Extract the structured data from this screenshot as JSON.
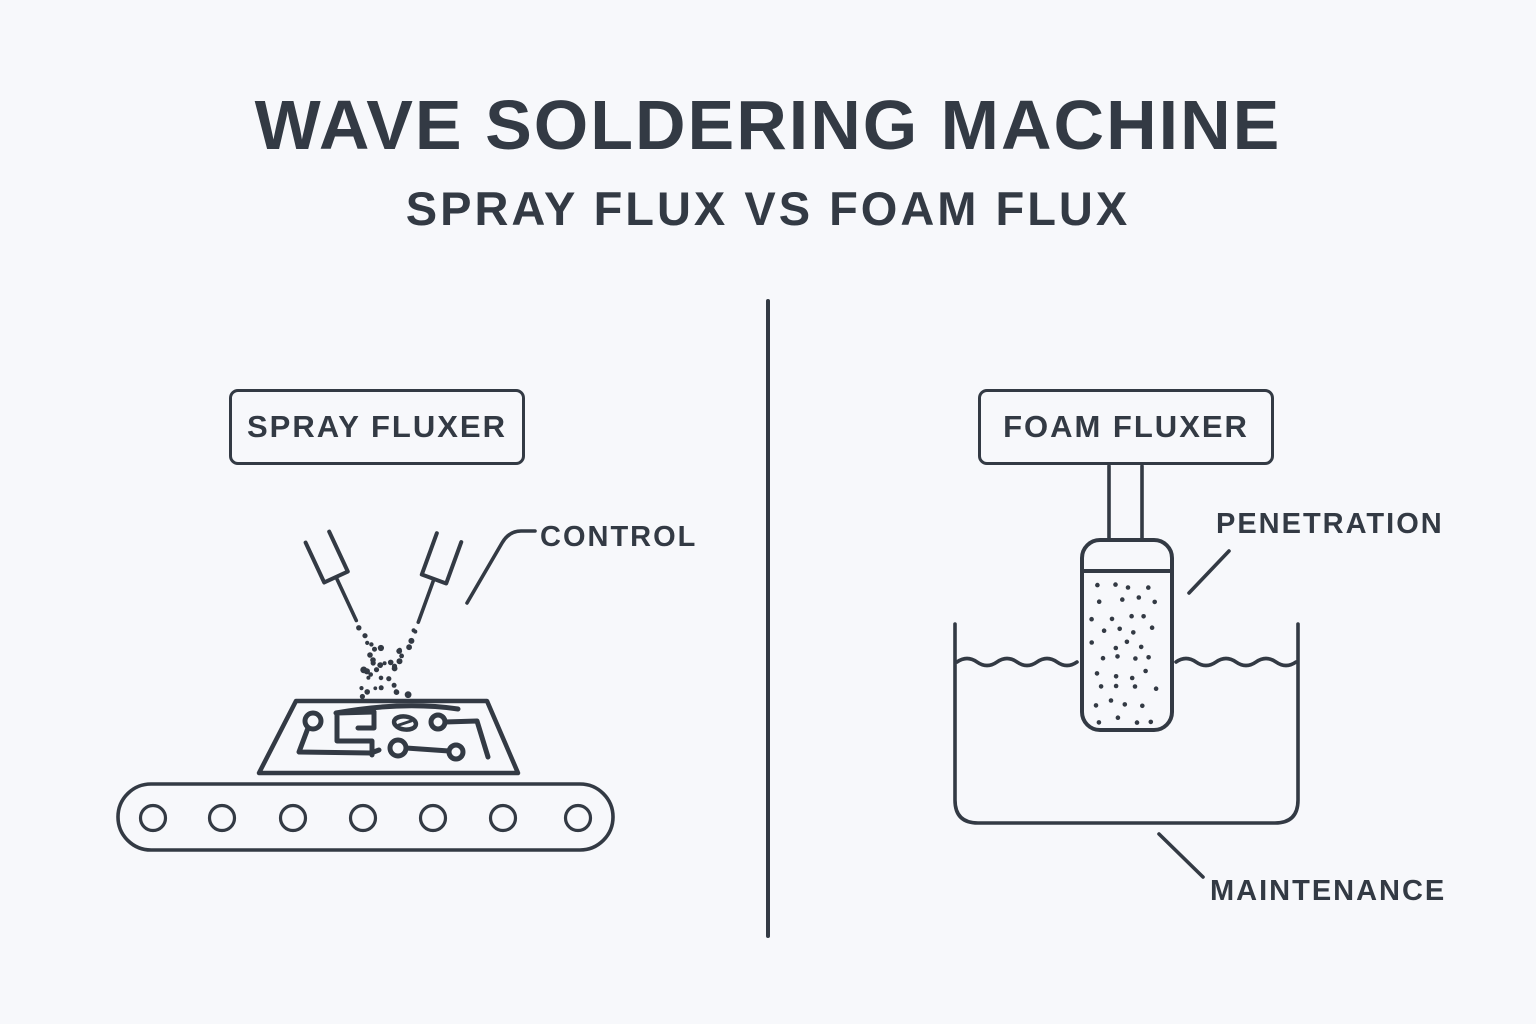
{
  "header": {
    "title": "WAVE SOLDERING MACHINE",
    "subtitle": "SPRAY FLUX VS FOAM FLUX"
  },
  "left_panel": {
    "label": "SPRAY FLUXER",
    "control_label": "CONTROL"
  },
  "right_panel": {
    "label": "FOAM FLUXER",
    "penetration_label": "PENETRATION",
    "maintenance_label": "MAINTENANCE"
  },
  "colors": {
    "ink": "#333a44",
    "background": "#f7f8fb"
  }
}
